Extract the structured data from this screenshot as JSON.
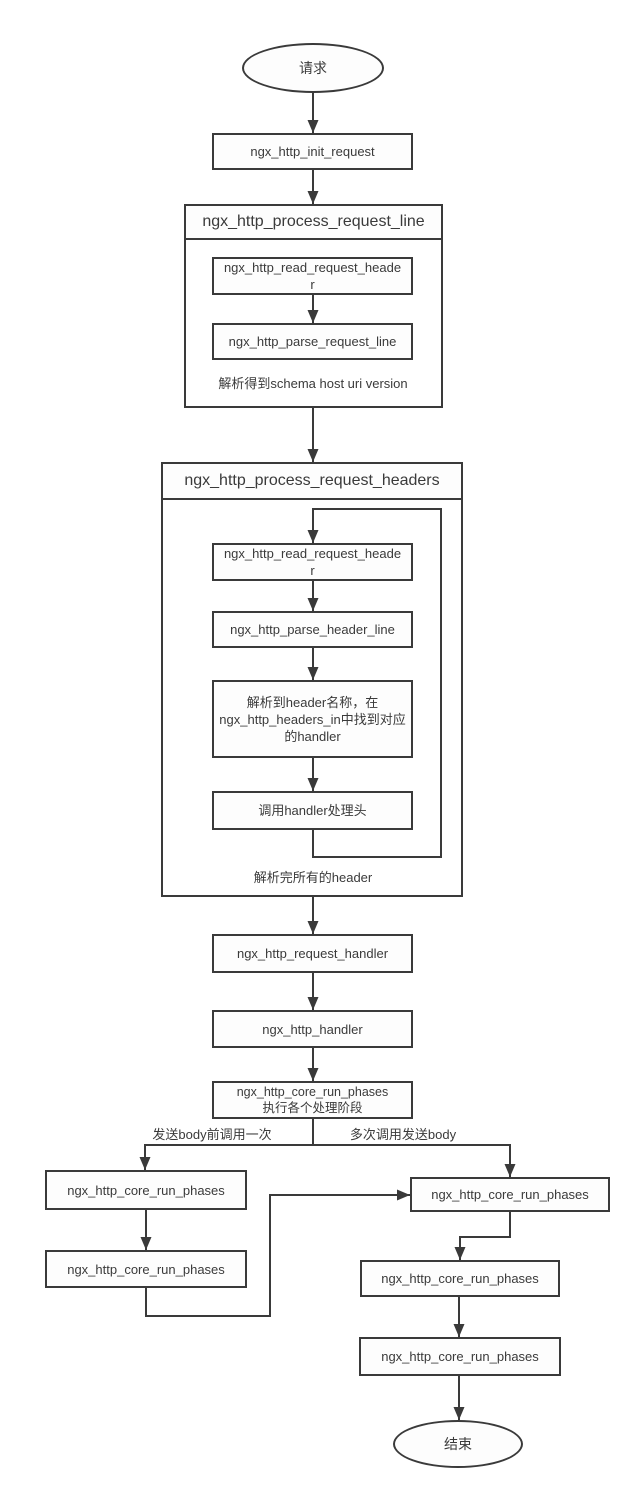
{
  "colors": {
    "line": "#3a3a3a",
    "text": "#3a3a3a",
    "box_fill": "#fdfdfd",
    "background": "#ffffff"
  },
  "flow": {
    "start": "请求",
    "init": "ngx_http_init_request",
    "request_line": {
      "title": "ngx_http_process_request_line",
      "read_header": "ngx_http_read_request_heade\nr",
      "parse_request_line": "ngx_http_parse_request_line",
      "caption": "解析得到schema host uri version"
    },
    "request_headers": {
      "title": "ngx_http_process_request_headers",
      "read_header": "ngx_http_read_request_heade\nr",
      "parse_header_line": "ngx_http_parse_header_line",
      "find_handler": "解析到header名称，在\nngx_http_headers_in中找到对应\n的handler",
      "call_handler": "调用handler处理头",
      "caption": "解析完所有的header"
    },
    "request_handler": "ngx_http_request_handler",
    "http_handler": "ngx_http_handler",
    "core_run_phases": "ngx_http_core_run_phases\n执行各个处理阶段",
    "branch_left_label": "发送body前调用一次",
    "branch_right_label": "多次调用发送body",
    "left_col": [
      "ngx_http_core_run_phases",
      "ngx_http_core_run_phases"
    ],
    "right_col": [
      "ngx_http_core_run_phases",
      "ngx_http_core_run_phases",
      "ngx_http_core_run_phases"
    ],
    "end": "结束"
  }
}
